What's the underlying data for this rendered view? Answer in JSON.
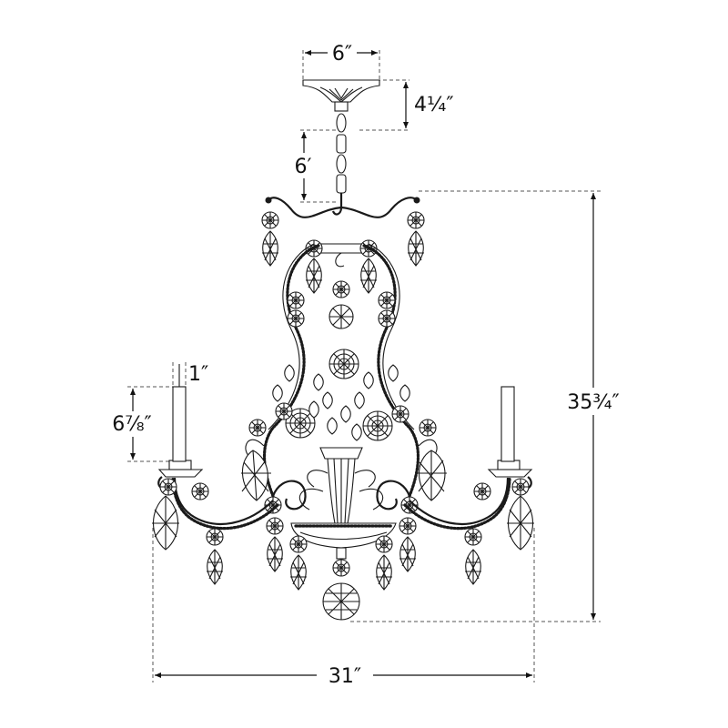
{
  "dimensions": {
    "canopy_width": "6″",
    "canopy_height": "4¼″",
    "chain_length": "6′",
    "candle_width": "1″",
    "candle_height": "6⅞″",
    "fixture_height": "35¾″",
    "fixture_width": "31″"
  },
  "colors": {
    "ink": "#1a1a1a",
    "dimension_line": "#111111",
    "dashed_extension": "#555555",
    "background": "#ffffff"
  }
}
